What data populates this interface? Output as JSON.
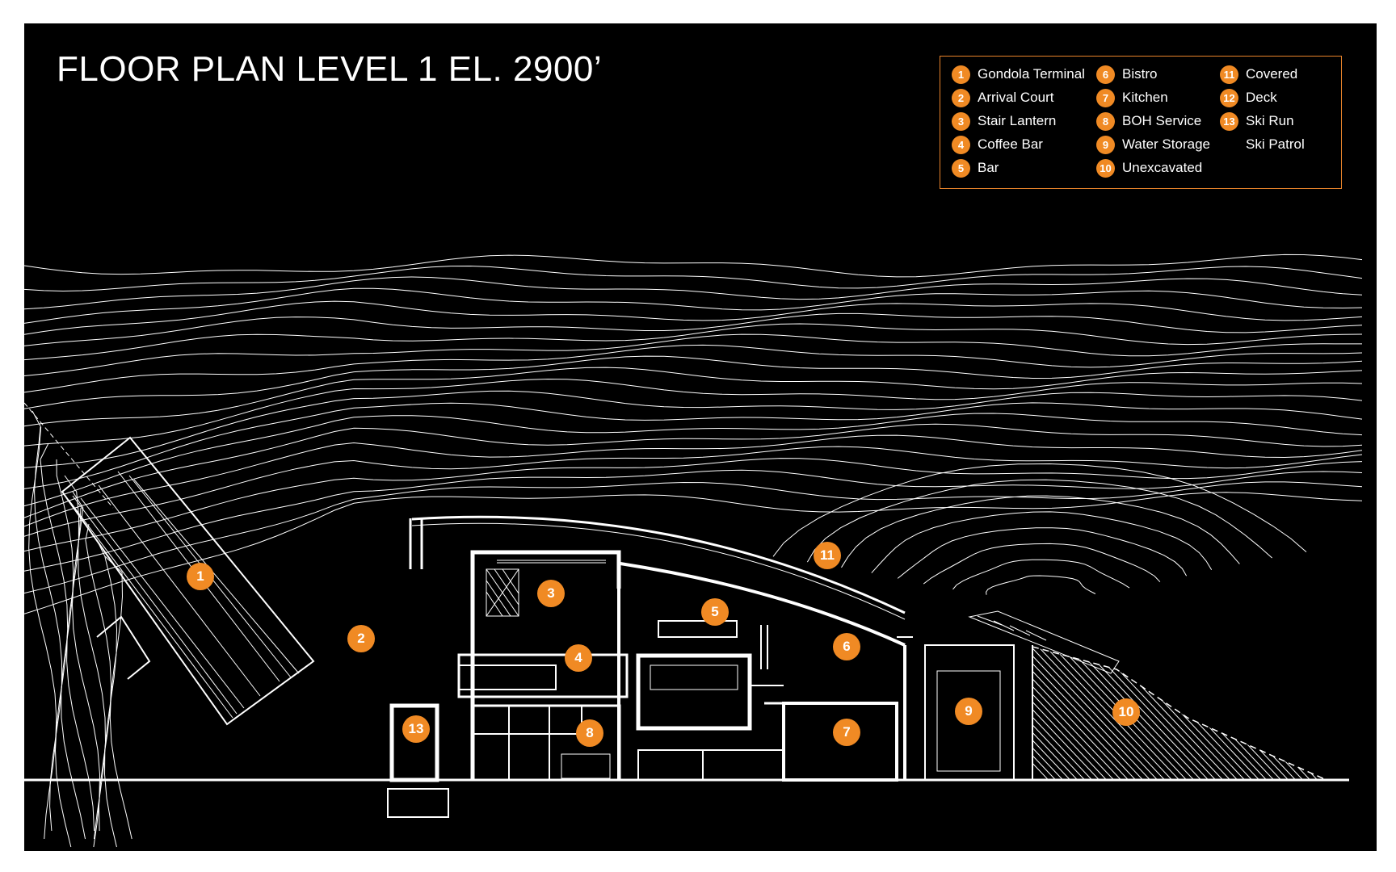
{
  "title": "FLOOR PLAN LEVEL 1 EL. 2900’",
  "colors": {
    "background": "#000000",
    "accent": "#f08a24",
    "lines": "#ffffff"
  },
  "legend": {
    "col1": [
      {
        "num": "1",
        "label": "Gondola Terminal"
      },
      {
        "num": "2",
        "label": "Arrival Court"
      },
      {
        "num": "3",
        "label": "Stair Lantern"
      },
      {
        "num": "4",
        "label": "Coffee Bar"
      },
      {
        "num": "5",
        "label": "Bar"
      }
    ],
    "col2": [
      {
        "num": "6",
        "label": "Bistro"
      },
      {
        "num": "7",
        "label": "Kitchen"
      },
      {
        "num": "8",
        "label": "BOH Service"
      },
      {
        "num": "9",
        "label": "Water Storage"
      },
      {
        "num": "10",
        "label": "Unexcavated"
      }
    ],
    "col3": [
      {
        "num": "11",
        "label": "Covered"
      },
      {
        "num": "12",
        "label": "Deck"
      },
      {
        "num": "13",
        "label": "Ski Run"
      },
      {
        "num": "",
        "label": "Ski Patrol"
      }
    ]
  },
  "markers": [
    "1",
    "2",
    "3",
    "4",
    "5",
    "6",
    "7",
    "8",
    "9",
    "10",
    "11",
    "13"
  ]
}
